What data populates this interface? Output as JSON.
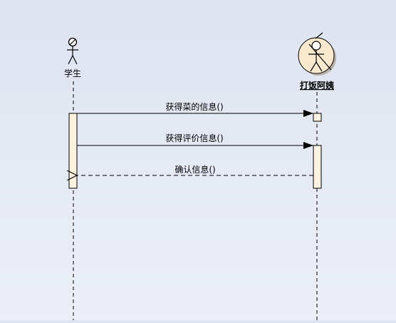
{
  "diagram": {
    "lifelines": [
      {
        "id": "student",
        "label": "学生",
        "kind": "actor"
      },
      {
        "id": "aunt",
        "label": "打饭阿姨",
        "kind": "actor-boundary"
      }
    ],
    "messages": [
      {
        "from": "student",
        "to": "aunt",
        "label": "获得菜的信息()",
        "style": "sync"
      },
      {
        "from": "student",
        "to": "aunt",
        "label": "获得评价信息()",
        "style": "sync"
      },
      {
        "from": "aunt",
        "to": "student",
        "label": "确认信息()",
        "style": "return"
      }
    ],
    "colors": {
      "activation_fill": "#fdf1e0",
      "actor_circle_fill": "#fbe9cf",
      "line": "#000000"
    }
  }
}
